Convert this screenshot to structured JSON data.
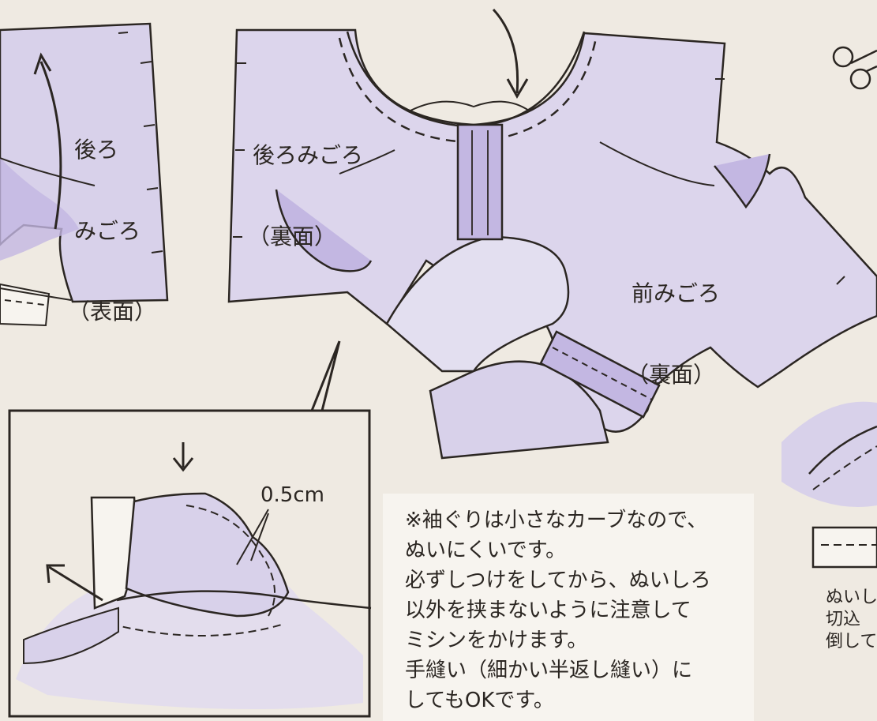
{
  "labels": {
    "back_bodice_right_side": [
      "後ろ",
      "みごろ",
      "（表面）"
    ],
    "back_bodice_wrong_side": [
      "後ろみごろ",
      "（裏面）"
    ],
    "front_bodice_wrong_side": [
      "前みごろ",
      "（裏面）"
    ],
    "seam_width": "0.5cm"
  },
  "note": {
    "lines": [
      "※袖ぐりは小さなカーブなので、",
      "ぬいにくいです。",
      "必ずしつけをしてから、ぬいしろ",
      "以外を挟まないように注意して",
      "ミシンをかけます。",
      "手縫い（細かい半返し縫い）に",
      "してもOKです。"
    ]
  },
  "side_note": {
    "lines": [
      "ぬいし",
      "切込",
      "倒して"
    ]
  },
  "colors": {
    "background": "#efeae2",
    "fabric": "#d8d1ea",
    "fabric_dark": "#c3b7e2",
    "line": "#2b2622",
    "note_bg": "#f7f4ef"
  }
}
